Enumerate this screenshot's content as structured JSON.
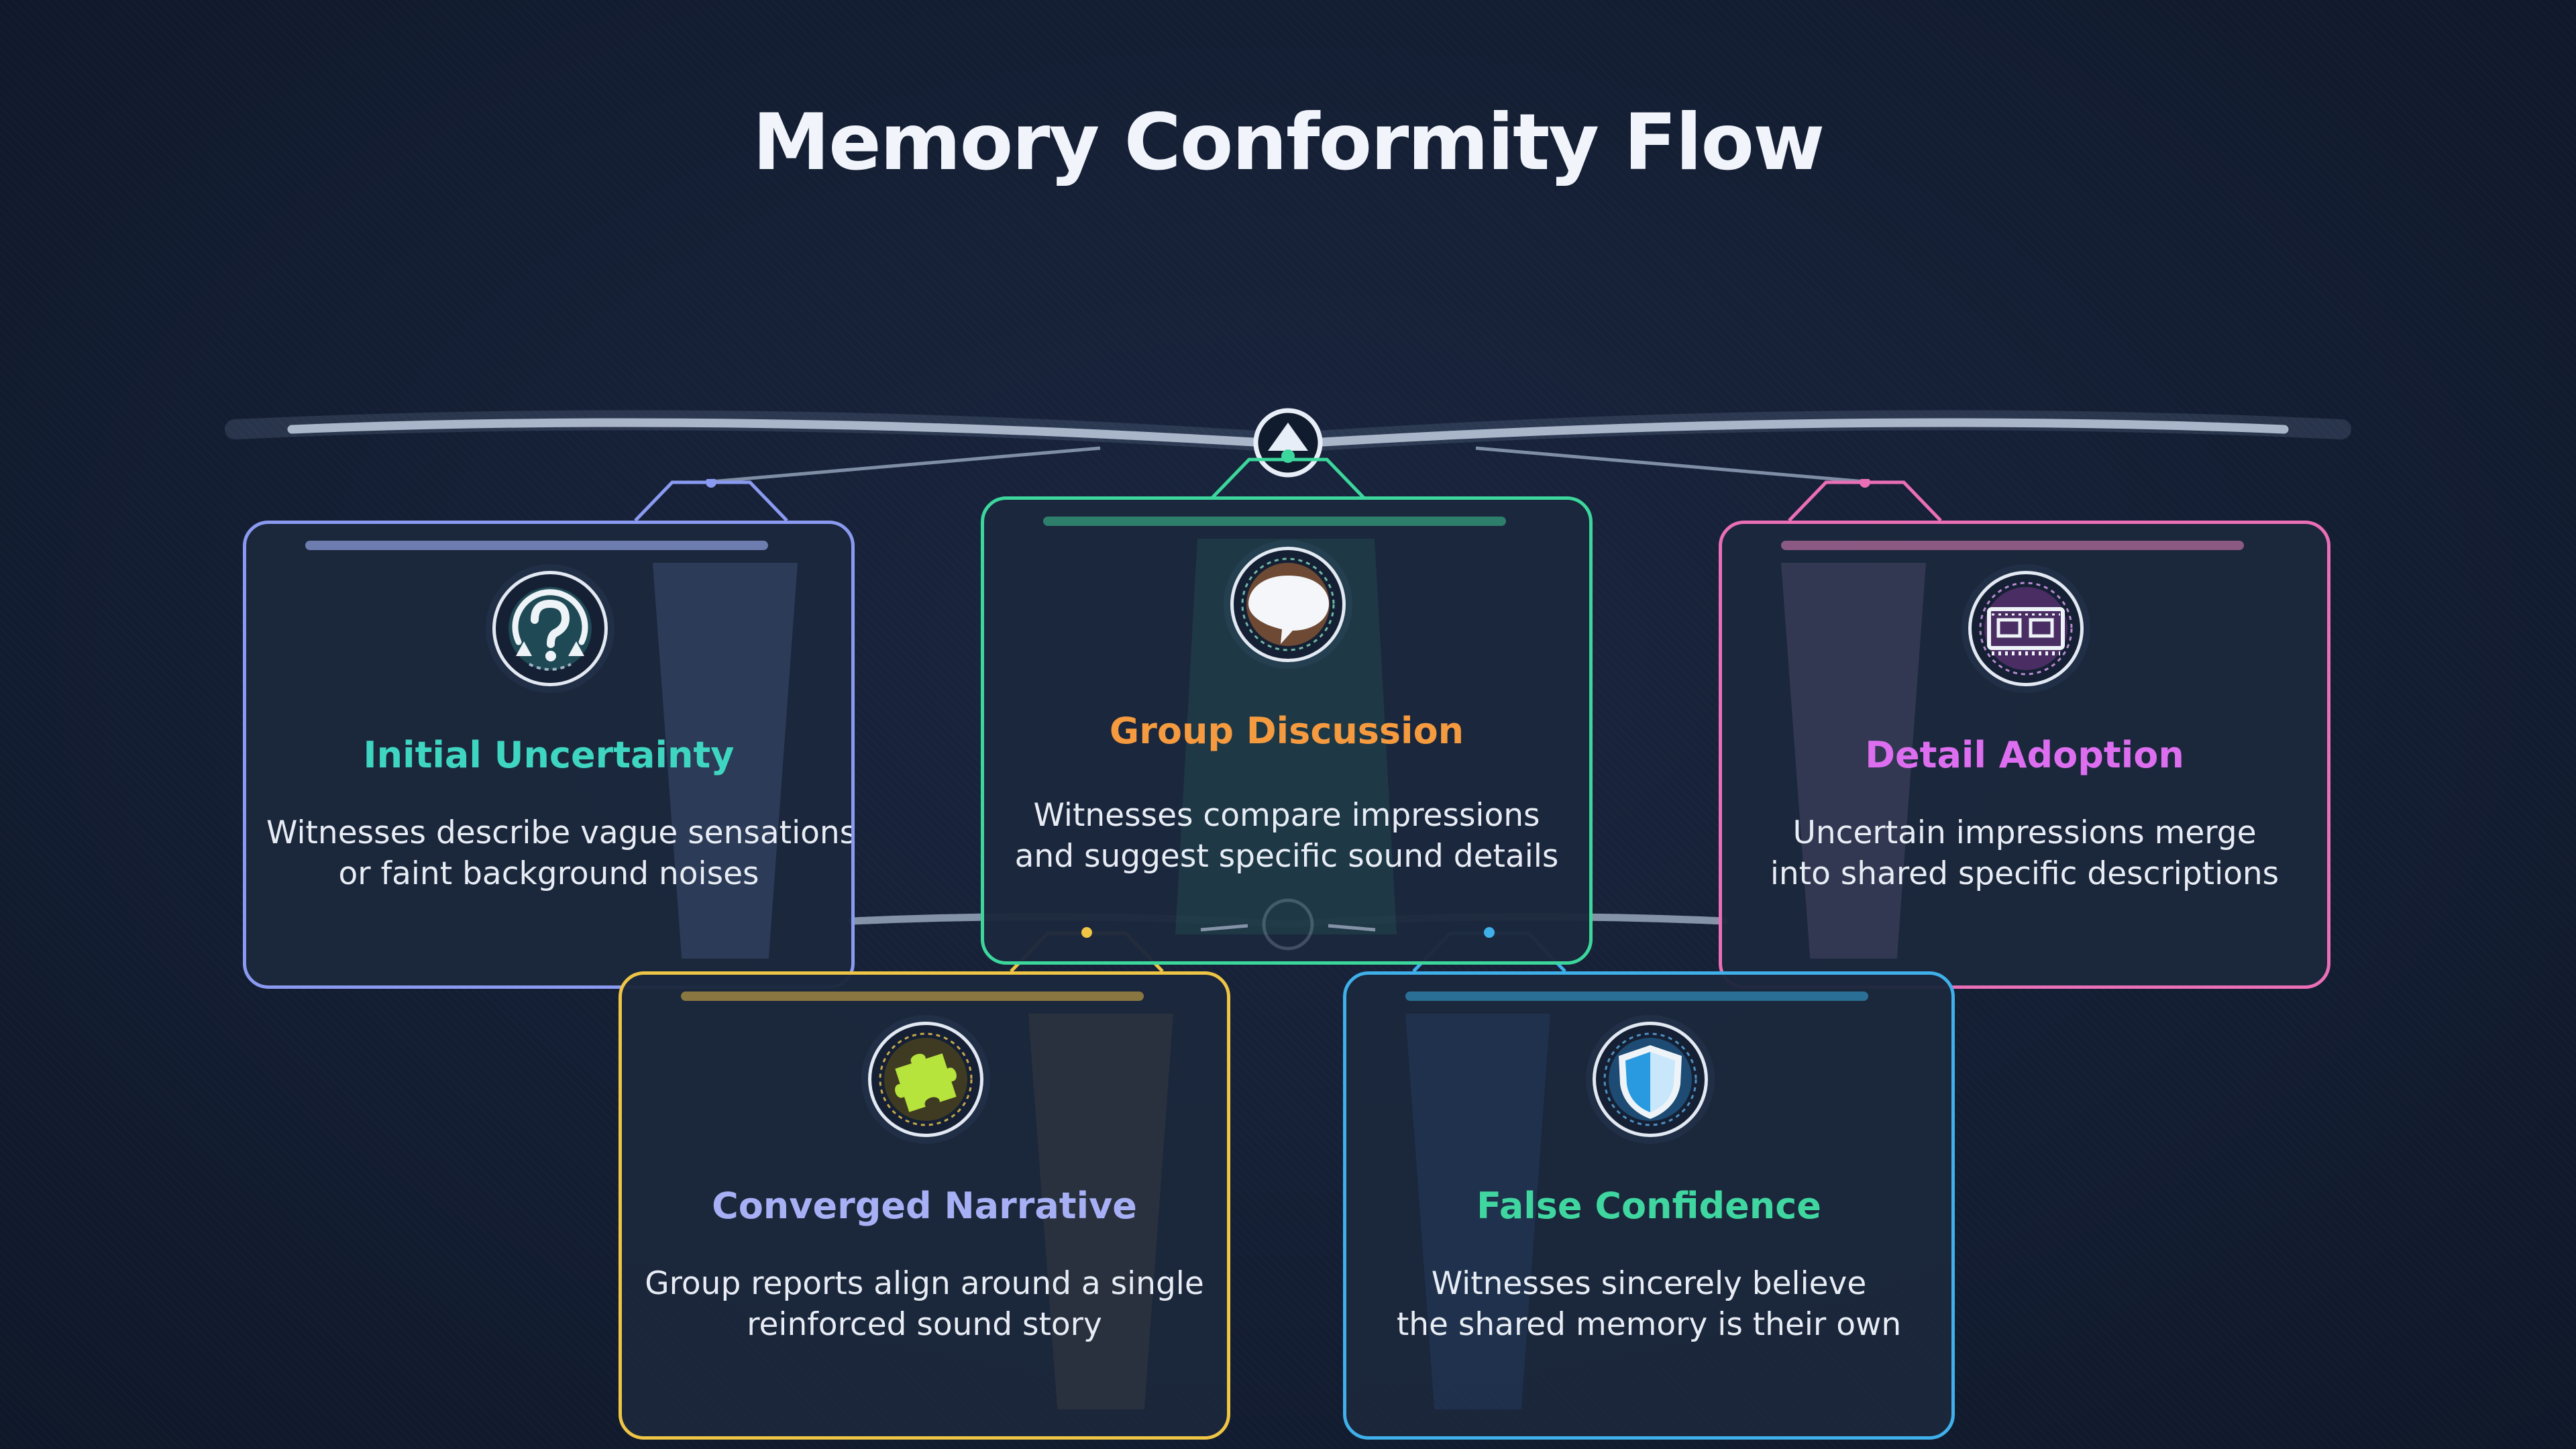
{
  "title": "Memory Conformity Flow",
  "colors": {
    "background": "#131d31",
    "uncertainty_border": "#8a9af0",
    "uncertainty_title": "#3fd6c1",
    "discussion_border": "#3cd79c",
    "discussion_title": "#f59a3e",
    "adoption_border": "#ea6fb6",
    "adoption_title": "#dd6ef0",
    "narrative_border": "#eec544",
    "narrative_title": "#a7b0f4",
    "confidence_border": "#3fb0ea",
    "confidence_title": "#3fd6a0"
  },
  "stages": [
    {
      "id": "initial-uncertainty",
      "title": "Initial Uncertainty",
      "description": [
        "Witnesses describe vague sensations",
        "or faint background noises"
      ],
      "icon": "question-cycle-icon"
    },
    {
      "id": "group-discussion",
      "title": "Group Discussion",
      "description": [
        "Witnesses compare impressions",
        "and suggest specific sound details"
      ],
      "icon": "speech-bubble-icon"
    },
    {
      "id": "detail-adoption",
      "title": "Detail Adoption",
      "description": [
        "Uncertain impressions merge",
        "into shared specific descriptions"
      ],
      "icon": "film-strip-icon"
    },
    {
      "id": "converged-narrative",
      "title": "Converged Narrative",
      "description": [
        "Group reports align around a single",
        "reinforced sound story"
      ],
      "icon": "puzzle-piece-icon"
    },
    {
      "id": "false-confidence",
      "title": "False Confidence",
      "description": [
        "Witnesses sincerely believe",
        "the shared memory is their own"
      ],
      "icon": "shield-icon"
    }
  ]
}
